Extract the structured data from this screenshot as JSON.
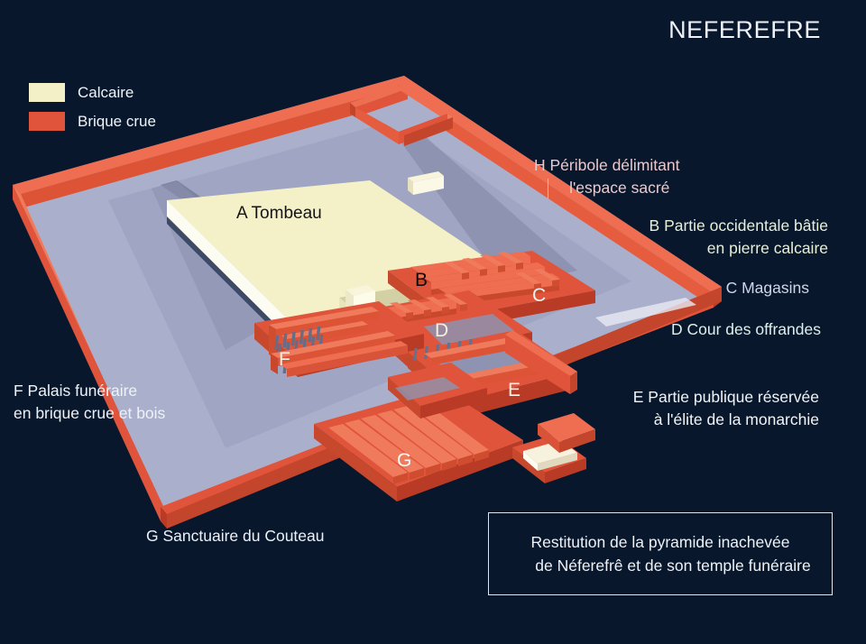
{
  "title": "NEFEREFRE",
  "background_color": "#08172c",
  "legend": {
    "items": [
      {
        "label": "Calcaire",
        "color": "#f3efc6"
      },
      {
        "label": "Brique crue",
        "color": "#e0543b"
      }
    ]
  },
  "annotations": [
    {
      "key": "H",
      "lines": [
        "H Péribole délimitant",
        "l'espace sacré"
      ],
      "color": "#e8c9cd"
    },
    {
      "key": "B",
      "lines": [
        "B Partie occidentale bâtie",
        "en pierre calcaire"
      ],
      "color": "#e8efd8"
    },
    {
      "key": "C",
      "lines": [
        "C Magasins"
      ],
      "color": "#cfd6ea"
    },
    {
      "key": "D",
      "lines": [
        "D Cour des offrandes"
      ],
      "color": "#dff0ec"
    },
    {
      "key": "E",
      "lines": [
        "E Partie publique réservée",
        "à l'élite de la monarchie"
      ],
      "color": "#f1f4f9"
    },
    {
      "key": "F",
      "lines": [
        "F Palais funéraire",
        "en brique crue et bois"
      ],
      "color": "#eef2f8"
    },
    {
      "key": "G",
      "lines": [
        "G Sanctuaire du Couteau"
      ],
      "color": "#eef2f8"
    }
  ],
  "model_keys": [
    {
      "letter": "A Tombeau",
      "color": "#141414"
    },
    {
      "letter": "B",
      "color": "#0c0c0c"
    },
    {
      "letter": "C",
      "color": "#f4f2ee"
    },
    {
      "letter": "D",
      "color": "#f6eedd"
    },
    {
      "letter": "E",
      "color": "#f8f3e6"
    },
    {
      "letter": "F",
      "color": "#f6f3ec"
    },
    {
      "letter": "G",
      "color": "#fbfbfb"
    }
  ],
  "caption": {
    "line1": "Restitution de la pyramide inachevée",
    "line2": "de Néferefrê et de son temple funéraire"
  },
  "palette": {
    "limestone": "#f3efc6",
    "limestone_shade": "#cfcaa1",
    "limestone_side": "#fdfcf0",
    "brick": "#e0543b",
    "brick_top": "#ef6d50",
    "brick_dark": "#b93b25",
    "ground": "#aab0cc",
    "ground_shadow": "#8e94b2",
    "ground_dark": "#6e7490",
    "column": "#6a6f86"
  }
}
